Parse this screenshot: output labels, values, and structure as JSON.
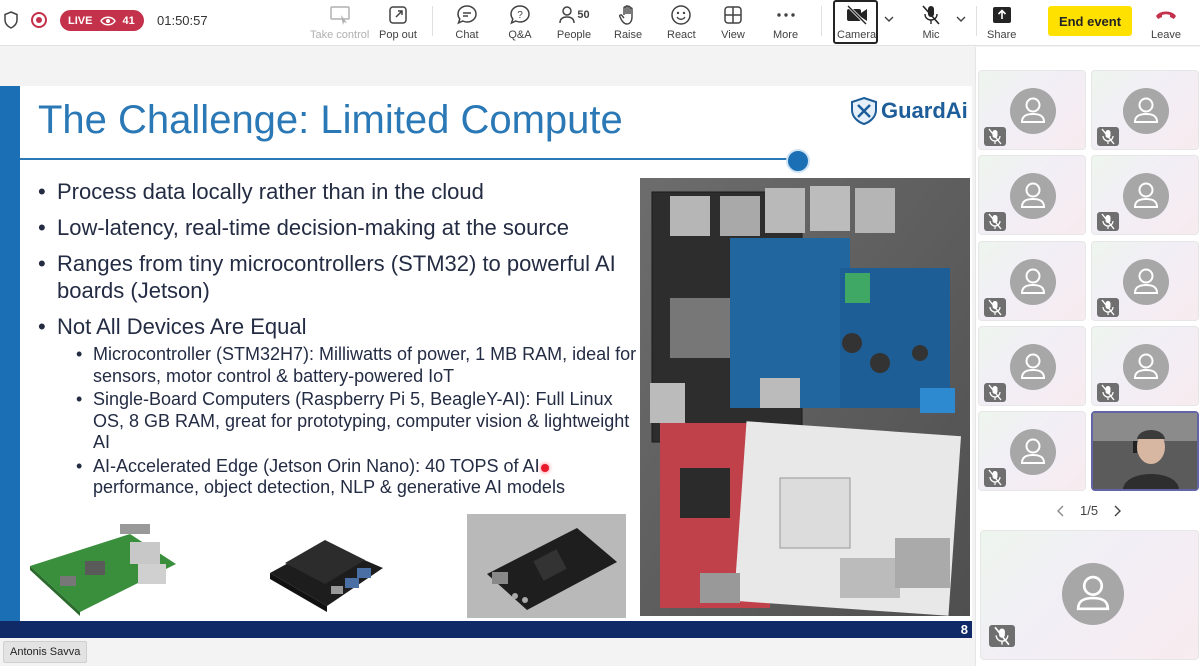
{
  "header": {
    "live_label": "LIVE",
    "viewer_count": "41",
    "timer": "01:50:57",
    "buttons": {
      "take_control": "Take control",
      "pop_out": "Pop out",
      "chat": "Chat",
      "qa": "Q&A",
      "people": "People",
      "people_count": "50",
      "raise": "Raise",
      "react": "React",
      "view": "View",
      "more": "More",
      "camera": "Camera",
      "mic": "Mic",
      "share": "Share",
      "end_event": "End event",
      "leave": "Leave"
    },
    "colors": {
      "live": "#c4314b",
      "end_event": "#ffe100",
      "leave_icon": "#c4314b"
    }
  },
  "slide": {
    "title": "The Challenge: Limited Compute",
    "logo_text": "GuardAi",
    "bullets": [
      "Process data locally rather than in the cloud",
      "Low-latency, real-time decision-making at the source",
      "Ranges from tiny microcontrollers (STM32) to powerful AI boards (Jetson)",
      "Not All Devices Are Equal"
    ],
    "sub_bullets": [
      "Microcontroller (STM32H7): Milliwatts of power, 1 MB RAM, ideal for sensors, motor control & battery-powered IoT",
      "Single-Board Computers (Raspberry Pi 5, BeagleY-AI): Full Linux OS, 8 GB RAM, great for prototyping, computer vision & lightweight AI",
      "AI-Accelerated Edge (Jetson Orin Nano): 40 TOPS of AI performance, object detection, NLP & generative AI models"
    ],
    "page_number": "8",
    "colors": {
      "title": "#2a78b5",
      "footer": "#0f2a66",
      "left_bar": "#1b6fb5"
    }
  },
  "presenter": {
    "name": "Antonis Savva"
  },
  "gallery": {
    "page_indicator": "1/5",
    "tiles": [
      {
        "muted": true
      },
      {
        "muted": true
      },
      {
        "muted": true
      },
      {
        "muted": true
      },
      {
        "muted": true
      },
      {
        "muted": true
      },
      {
        "muted": true
      },
      {
        "muted": true
      },
      {
        "muted": true
      },
      {
        "muted": true
      },
      {
        "muted": true
      },
      {
        "video": true
      }
    ]
  }
}
